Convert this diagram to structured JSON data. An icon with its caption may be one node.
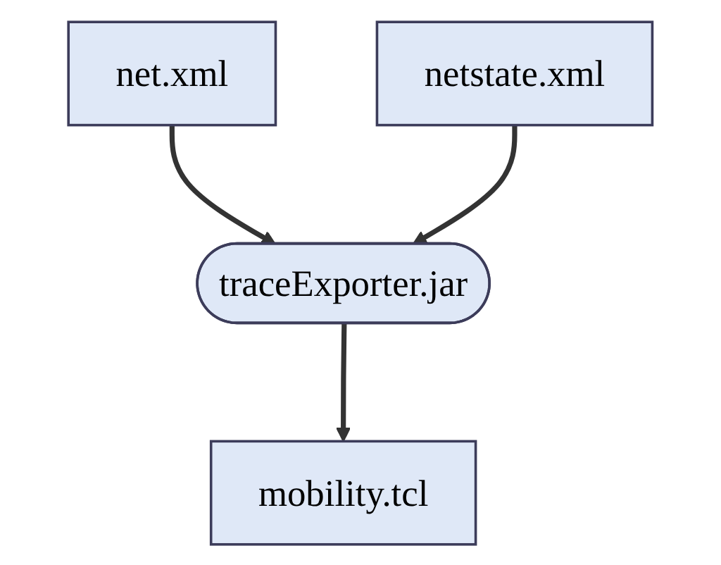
{
  "diagram": {
    "nodes": [
      {
        "text": [
          "net.xml"
        ]
      },
      {
        "text": [
          "netstate.xml"
        ]
      },
      {
        "text": [
          "traceExporter.jar"
        ]
      },
      {
        "text": [
          "mobility.tcl"
        ]
      }
    ],
    "edges": [
      {
        "from": 0,
        "to": 2,
        "arrow": "to"
      },
      {
        "from": 1,
        "to": 2,
        "arrow": "to"
      },
      {
        "from": 2,
        "to": 3,
        "arrow": "to"
      }
    ]
  }
}
